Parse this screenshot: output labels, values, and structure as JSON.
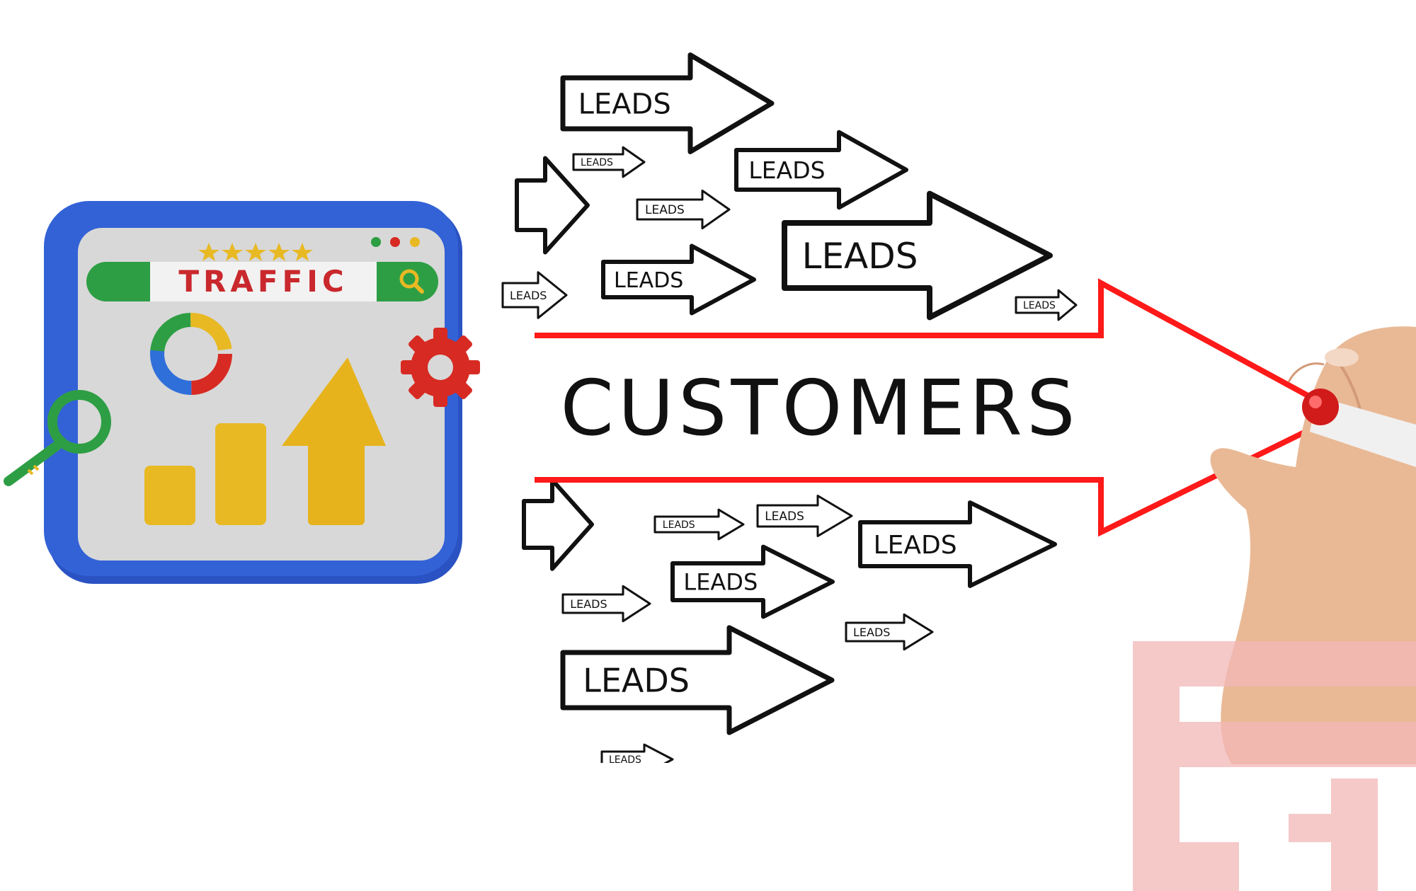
{
  "traffic_widget": {
    "search_label": "TRAFFIC",
    "rating_stars": 5,
    "window_dots": [
      "#2e9e44",
      "#d62a22",
      "#e8b923"
    ],
    "icons": [
      "search-icon",
      "star-icon",
      "donut-chart-icon",
      "bar-chart-icon",
      "up-arrow-icon",
      "gear-icon",
      "magnifier-icon"
    ],
    "colors": {
      "frame": "#2f5ccf",
      "screen": "#d6d6d6",
      "green": "#2e9e44",
      "red": "#d62a22",
      "yellow": "#e8b923",
      "blue": "#2f6fd9"
    }
  },
  "funnel": {
    "main_label": "CUSTOMERS",
    "lead_label": "LEADS",
    "arrow_color": "#ff1a1a"
  },
  "watermark": {
    "color": "#f3b8b8",
    "icon": "brand-logo-icon"
  }
}
